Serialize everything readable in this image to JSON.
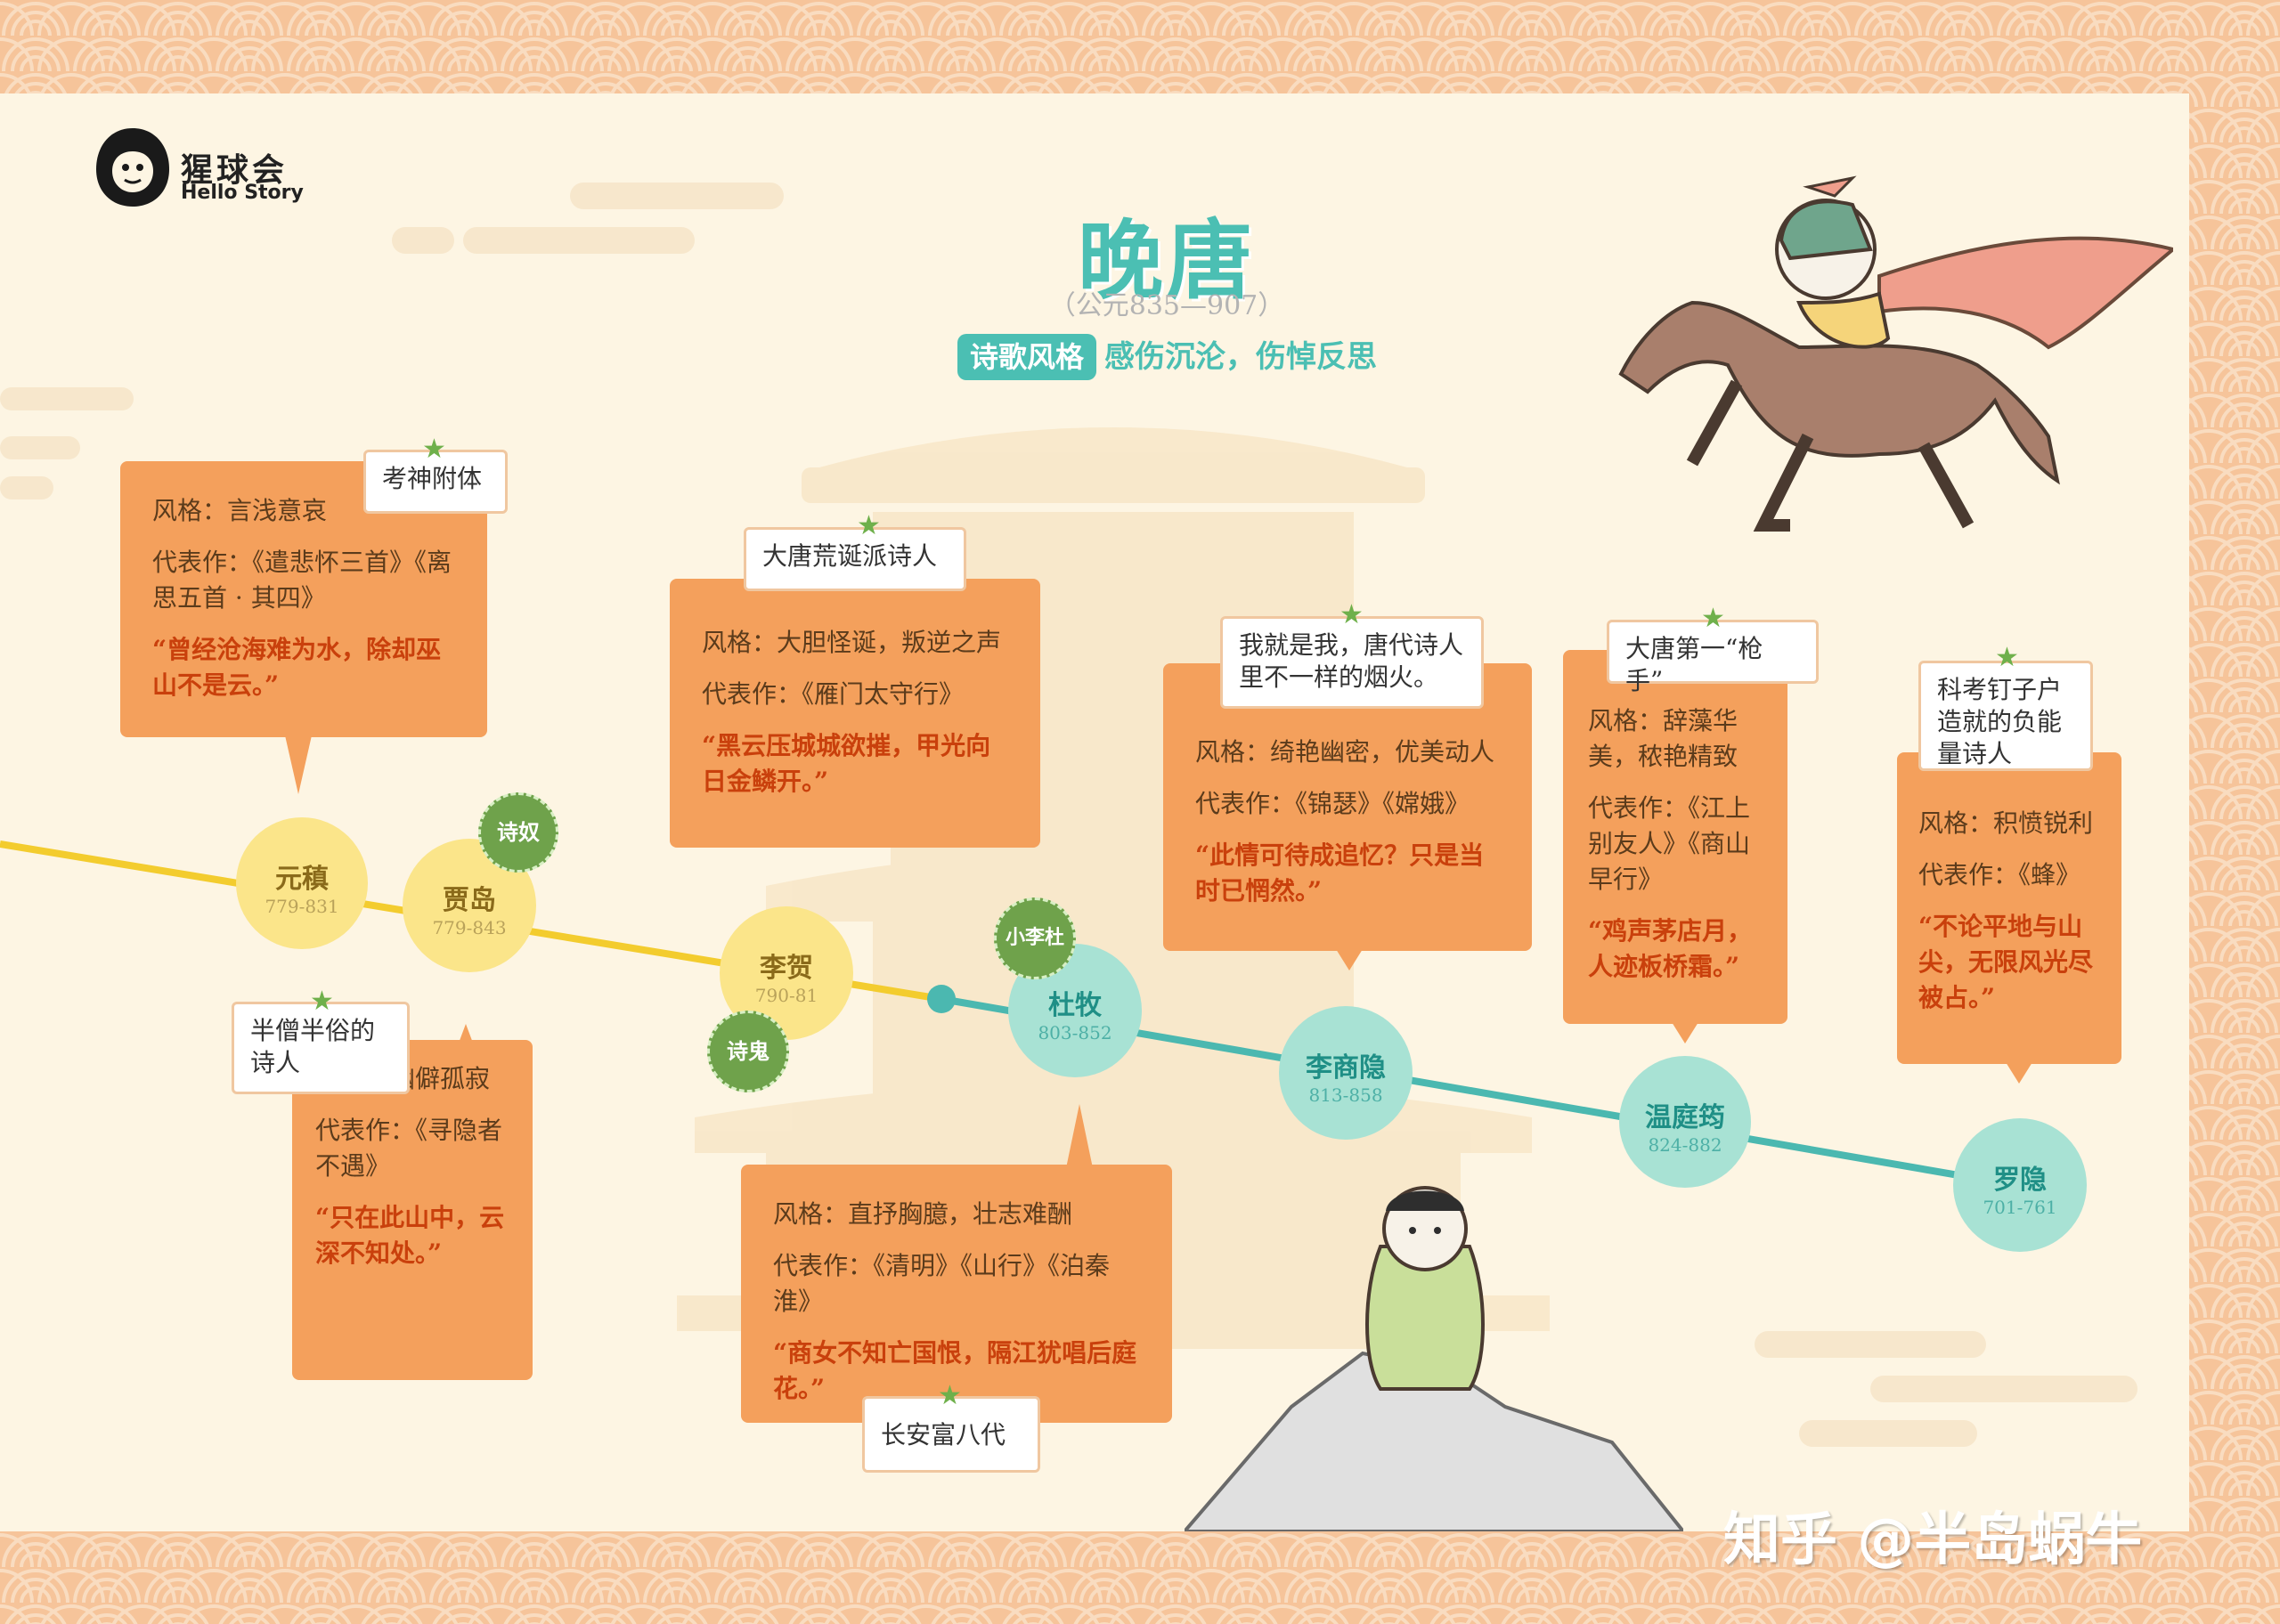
{
  "logo": {
    "name": "猩球会",
    "sub": "Hello Story",
    "icon": "gorilla-icon"
  },
  "header": {
    "title": "晚唐",
    "period": "（公元835—907）",
    "style_label": "诗歌风格",
    "style_value": "感伤沉沦，伤悼反思"
  },
  "colors": {
    "accent": "#4bbfb3",
    "card": "#f4a05c",
    "quote": "#c9400c",
    "frame": "#f6c49a",
    "paper": "#fdf5e3"
  },
  "poets": [
    {
      "name": "元稹",
      "years": "779-831",
      "tag": "考神附体",
      "style": "风格：言浅意哀",
      "works": "代表作：《遣悲怀三首》《离思五首 · 其四》",
      "quote": "“曾经沧海难为水，除却巫山不是云。”"
    },
    {
      "name": "贾岛",
      "years": "779-843",
      "nickname": "诗奴",
      "tag": "半僧半俗的诗人",
      "style": "风格：幽僻孤寂",
      "works": "代表作：《寻隐者不遇》",
      "quote": "“只在此山中，云深不知处。”"
    },
    {
      "name": "李贺",
      "years": "790-81",
      "nickname": "诗鬼",
      "tag": "大唐荒诞派诗人",
      "style": "风格：大胆怪诞，叛逆之声",
      "works": "代表作：《雁门太守行》",
      "quote": "“黑云压城城欲摧，甲光向日金鳞开。”"
    },
    {
      "name": "杜牧",
      "years": "803-852",
      "nickname": "小李杜",
      "tag": "长安富八代",
      "style": "风格：直抒胸臆，壮志难酬",
      "works": "代表作：《清明》《山行》《泊秦淮》",
      "quote": "“商女不知亡国恨，隔江犹唱后庭花。”"
    },
    {
      "name": "李商隐",
      "years": "813-858",
      "tag": "我就是我，唐代诗人里不一样的烟火。",
      "style": "风格：绮艳幽密，优美动人",
      "works": "代表作：《锦瑟》《嫦娥》",
      "quote": "“此情可待成追忆？只是当时已惘然。”"
    },
    {
      "name": "温庭筠",
      "years": "824-882",
      "tag": "大唐第一“枪手”",
      "style": "风格：辞藻华美，秾艳精致",
      "works": "代表作：《江上别友人》《商山早行》",
      "quote": "“鸡声茅店月，人迹板桥霜。”"
    },
    {
      "name": "罗隐",
      "years": "701-761",
      "tag": "科考钉子户造就的负能量诗人",
      "style": "风格：积愤锐利",
      "works": "代表作：《蜂》",
      "quote": "“不论平地与山尖，无限风光尽被占。”"
    }
  ],
  "watermark": "知乎 @半岛蜗牛"
}
